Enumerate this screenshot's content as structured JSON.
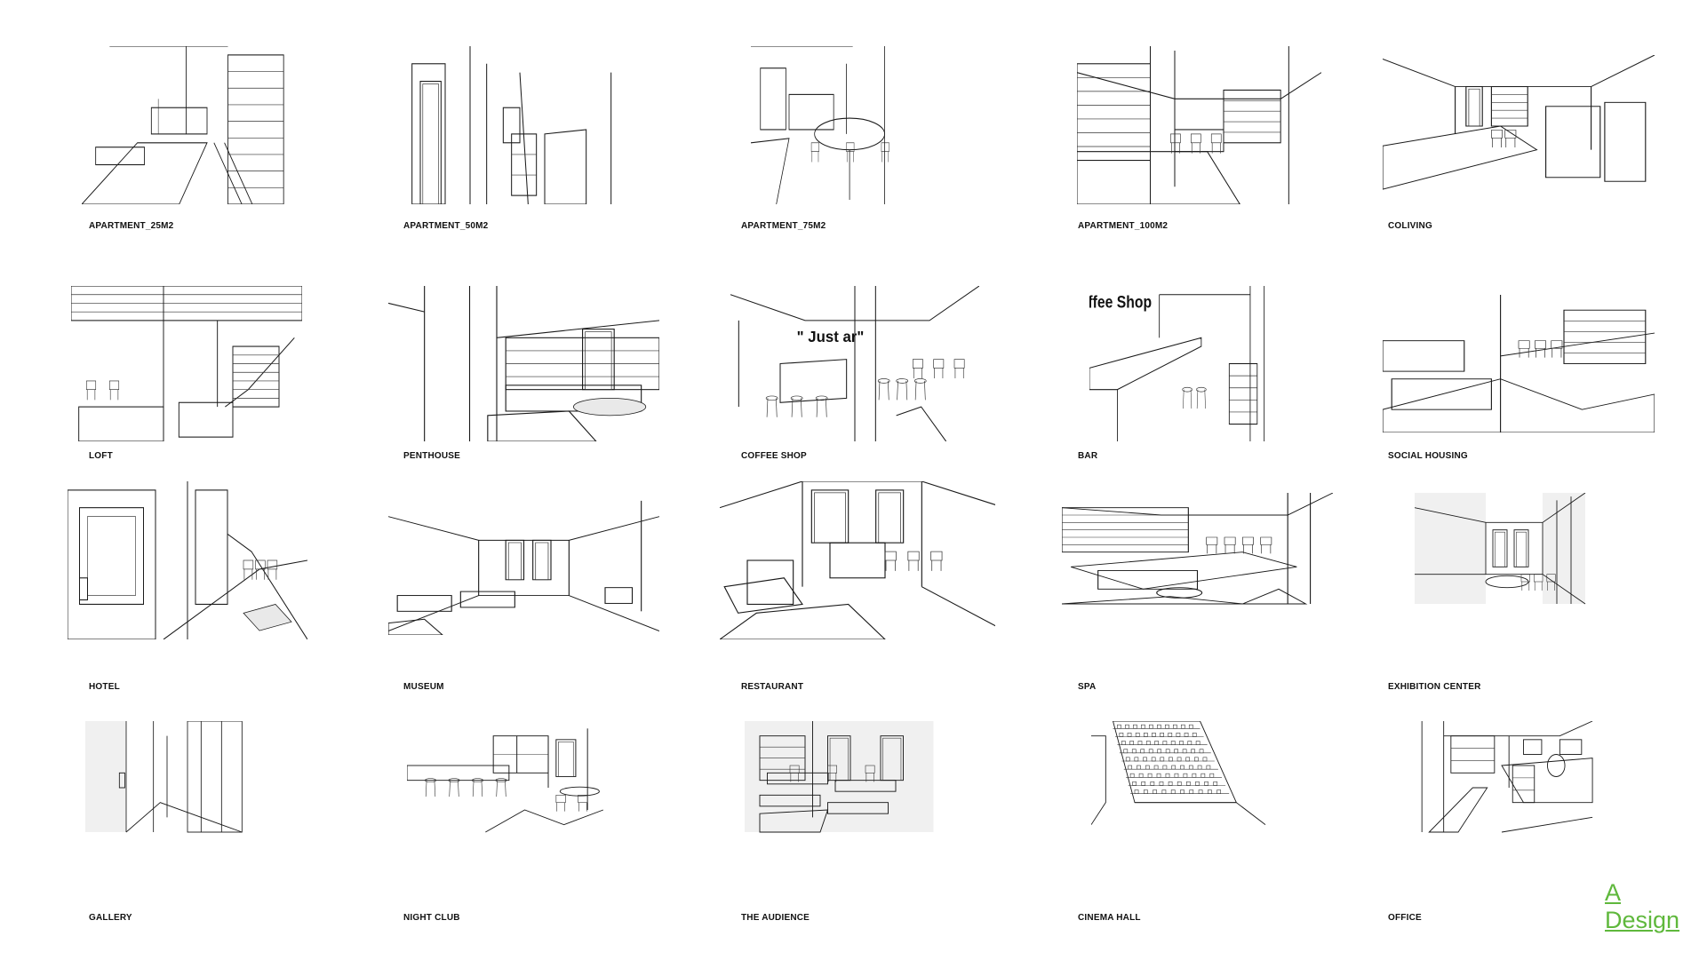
{
  "tiles": [
    {
      "label": "APARTMENT_25M2"
    },
    {
      "label": "APARTMENT_50M2"
    },
    {
      "label": "APARTMENT_75M2"
    },
    {
      "label": "APARTMENT_100M2"
    },
    {
      "label": "COLIVING"
    },
    {
      "label": "LOFT"
    },
    {
      "label": "PENTHOUSE"
    },
    {
      "label": "COFFEE SHOP"
    },
    {
      "label": "BAR"
    },
    {
      "label": "SOCIAL HOUSING"
    },
    {
      "label": "HOTEL"
    },
    {
      "label": "MUSEUM"
    },
    {
      "label": "RESTAURANT"
    },
    {
      "label": "SPA"
    },
    {
      "label": "EXHIBITION CENTER"
    },
    {
      "label": "GALLERY"
    },
    {
      "label": "NIGHT CLUB"
    },
    {
      "label": "THE AUDIENCE"
    },
    {
      "label": "CINEMA HALL"
    },
    {
      "label": "OFFICE"
    }
  ],
  "sketch_texts": {
    "coffee_sign": "\" Just   ar\"",
    "bar_sign": "ffee Shop"
  },
  "logo": {
    "line1": "A",
    "line2": "Design",
    "color": "#5fb83c"
  }
}
